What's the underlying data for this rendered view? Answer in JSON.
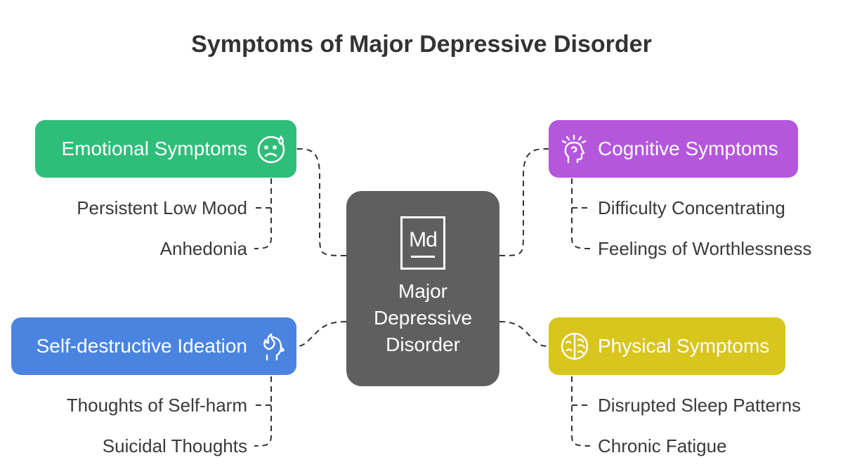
{
  "title": "Symptoms of Major Depressive Disorder",
  "center": {
    "logo_text": "Md",
    "label": "Major Depressive Disorder"
  },
  "categories": [
    {
      "key": "emotional",
      "label": "Emotional Symptoms",
      "color": "#2fbe7a",
      "icon": "sad-face-tear-icon",
      "items": [
        "Persistent Low Mood",
        "Anhedonia"
      ]
    },
    {
      "key": "cognitive",
      "label": "Cognitive Symptoms",
      "color": "#b457dd",
      "icon": "head-stress-icon",
      "items": [
        "Difficulty Concentrating",
        "Feelings of Worthlessness"
      ]
    },
    {
      "key": "self_destructive",
      "label": "Self-destructive Ideation",
      "color": "#4a84e0",
      "icon": "head-flame-icon",
      "items": [
        "Thoughts of Self-harm",
        "Suicidal Thoughts"
      ]
    },
    {
      "key": "physical",
      "label": "Physical Symptoms",
      "color": "#d8c51d",
      "icon": "face-brain-icon",
      "items": [
        "Disrupted Sleep Patterns",
        "Chronic Fatigue"
      ]
    }
  ],
  "connector_color": "#333333"
}
